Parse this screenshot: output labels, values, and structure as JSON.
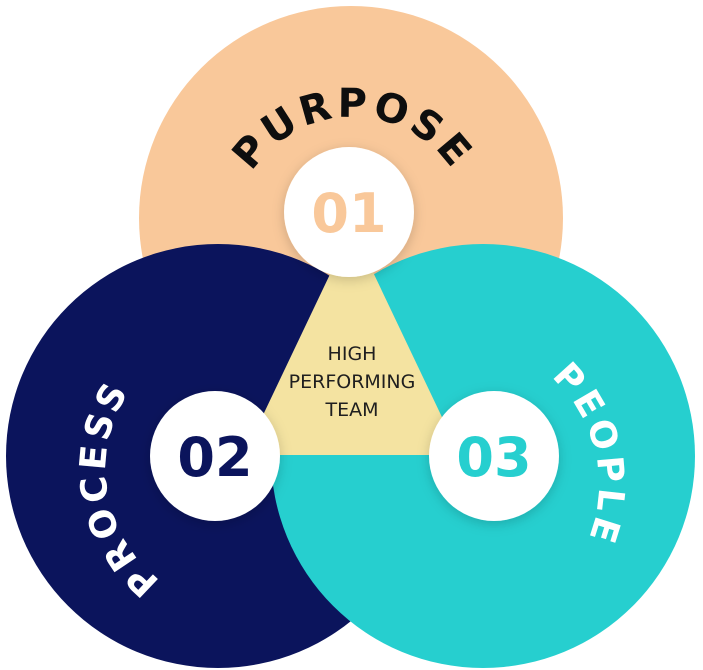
{
  "colors": {
    "purpose": "#F9C89A",
    "process": "#0B145C",
    "people": "#26CFCF",
    "center": "#F4E3A1",
    "badge": "#FFFFFF",
    "dark_text": "#0E0E0E",
    "light_text": "#FFFFFF",
    "center_text": "#1F1F1F"
  },
  "purpose": {
    "label": "PURPOSE",
    "number": "01",
    "icon": "circle"
  },
  "process": {
    "label": "PROCESS",
    "number": "02",
    "icon": "circle"
  },
  "people": {
    "label": "PEOPLE",
    "number": "03",
    "icon": "circle"
  },
  "center": {
    "line1": "HIGH",
    "line2": "PERFORMING",
    "line3": "TEAM"
  }
}
